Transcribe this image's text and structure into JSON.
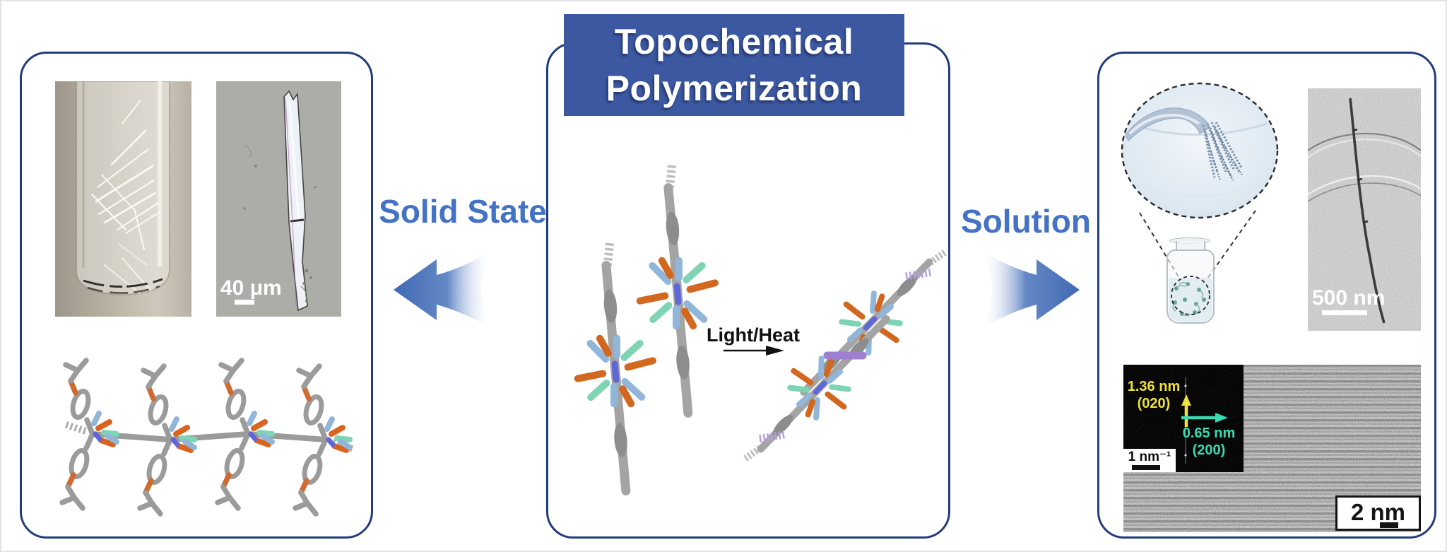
{
  "banner": {
    "line1": "Topochemical",
    "line2": "Polymerization"
  },
  "labels": {
    "solid_state": "Solid State",
    "solution": "Solution",
    "condition": "Light/Heat"
  },
  "scales": {
    "micrograph": "40 μm",
    "cryo_tem": "500 nm",
    "hrtem": "2 nm",
    "fft": "1 nm⁻¹"
  },
  "fft_annotations": {
    "spacing_020": "1.36 nm",
    "plane_020": "(020)",
    "spacing_200": "0.65 nm",
    "plane_200": "(200)"
  },
  "colors": {
    "accent_blue": "#4472c4",
    "banner_blue": "#3b58a1",
    "panel_border_navy": "#223c7d",
    "fft_yellow": "#f0e23a",
    "fft_teal": "#3cd9b2",
    "atom_orange": "#d2671f",
    "atom_teal": "#7fd4b4",
    "atom_light_blue": "#92b6da",
    "atom_nitrogen_blue": "#5f66d6",
    "new_bond_purple": "#9d80d2",
    "carbon_gray": "#9b9b9b"
  }
}
